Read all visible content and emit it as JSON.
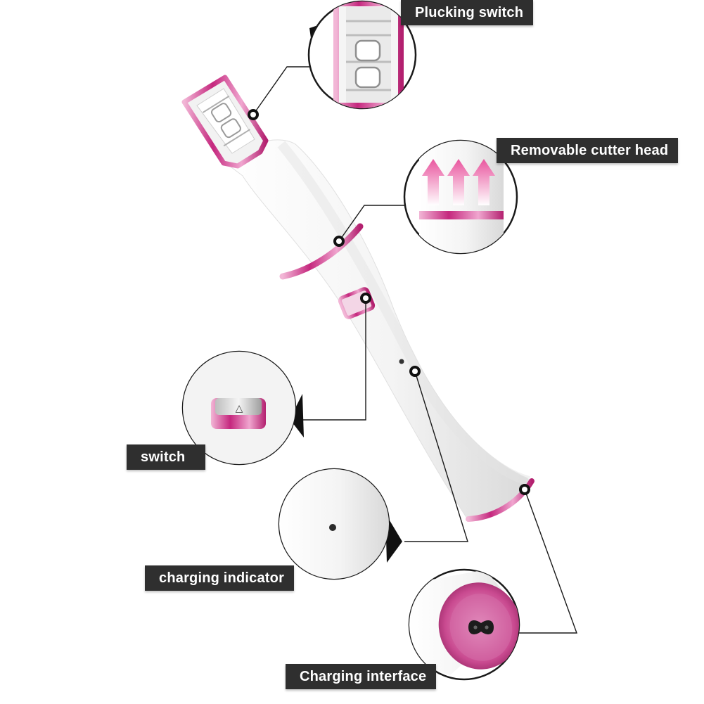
{
  "labels": {
    "plucking_switch": "Plucking switch",
    "removable_cutter_head": "Removable cutter head",
    "switch": "switch",
    "charging_indicator": "charging indicator",
    "charging_interface": "Charging interface"
  },
  "colors": {
    "accent_pink": "#d4569b",
    "label_bg": "#2f2f2f",
    "label_text": "#ffffff",
    "body_white": "#f6f6f6"
  },
  "icons": {
    "switch_symbol": "△"
  }
}
